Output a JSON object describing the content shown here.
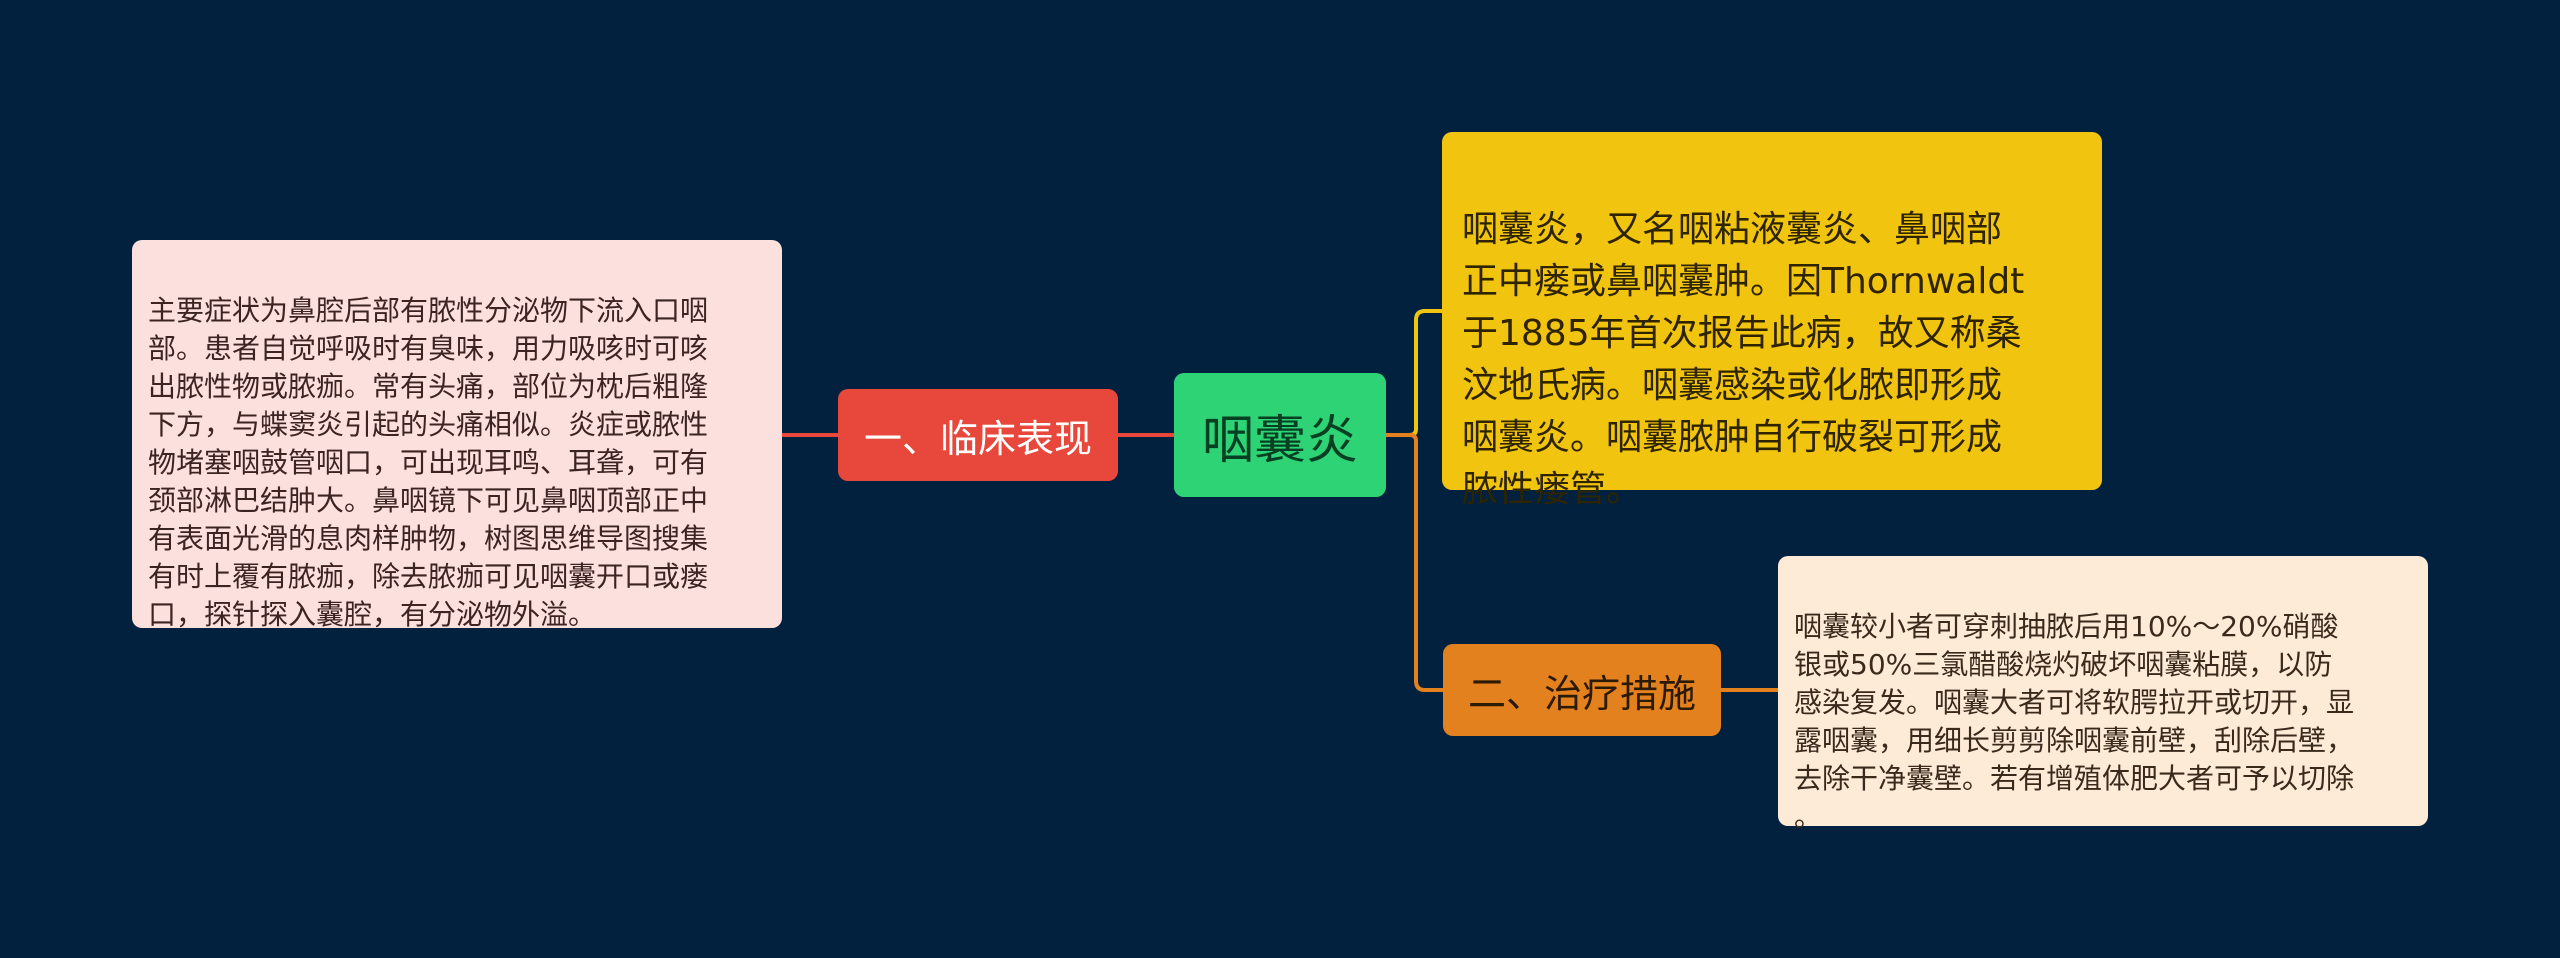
{
  "diagram": {
    "type": "mind-map",
    "background": "#01213e",
    "root": {
      "label": "咽囊炎",
      "color": "#2ed376"
    },
    "intro": {
      "text": "咽囊炎，又名咽粘液囊炎、鼻咽部\n正中瘘或鼻咽囊肿。因Thornwaldt\n于1885年首次报告此病，故又称桑\n汶地氏病。咽囊感染或化脓即形成\n咽囊炎。咽囊脓肿自行破裂可形成\n脓性瘘管。",
      "color": "#f1c40f"
    },
    "clinical": {
      "label": "一、临床表现",
      "color": "#e8483c",
      "detail": "主要症状为鼻腔后部有脓性分泌物下流入口咽\n部。患者自觉呼吸时有臭味，用力吸咳时可咳\n出脓性物或脓痂。常有头痛，部位为枕后粗隆\n下方，与蝶窦炎引起的头痛相似。炎症或脓性\n物堵塞咽鼓管咽口，可出现耳鸣、耳聋，可有\n颈部淋巴结肿大。鼻咽镜下可见鼻咽顶部正中\n有表面光滑的息肉样肿物，树图思维导图搜集\n有时上覆有脓痂，除去脓痂可见咽囊开口或瘘\n口，探针探入囊腔，有分泌物外溢。",
      "detail_color": "#fbe0de"
    },
    "treatment": {
      "label": "二、治疗措施",
      "color": "#e4811f",
      "detail": "咽囊较小者可穿刺抽脓后用10%～20%硝酸\n银或50%三氯醋酸烧灼破坏咽囊粘膜，以防\n感染复发。咽囊大者可将软腭拉开或切开，显\n露咽囊，用细长剪剪除咽囊前壁，刮除后壁，\n去除干净囊壁。若有增殖体肥大者可予以切除\n。",
      "detail_color": "#fdebd8"
    },
    "connector_colors": {
      "left": "#e8483c",
      "right": "#e4811f",
      "intro": "#f1c40f"
    }
  }
}
